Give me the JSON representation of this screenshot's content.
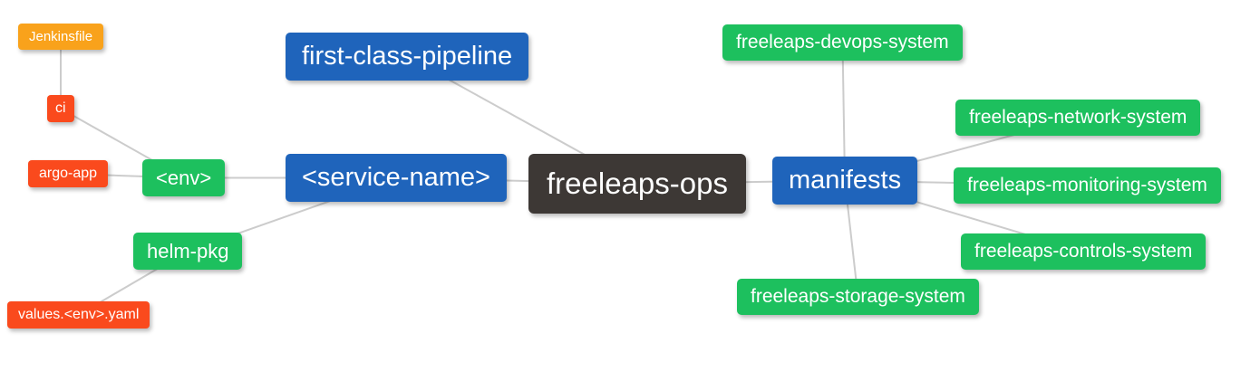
{
  "diagram": {
    "type": "mindmap",
    "root_id": "freeleaps_ops"
  },
  "colors": {
    "background": "#ffffff",
    "text": "#ffffff",
    "edge": "#cccccc",
    "root": "#3d3835",
    "branch": "#1f64bb",
    "leaf_green": "#1dc05e",
    "leaf_red": "#fa4a1d",
    "leaf_amber": "#f9a21b"
  },
  "nodes": {
    "freeleaps_ops": {
      "label": "freeleaps-ops",
      "depth": 1
    },
    "first_class_pipeline": {
      "label": "first-class-pipeline",
      "depth": 2
    },
    "service_name": {
      "label": "<service-name>",
      "depth": 2
    },
    "manifests": {
      "label": "manifests",
      "depth": 2
    },
    "env": {
      "label": "<env>",
      "depth": 3
    },
    "helm_pkg": {
      "label": "helm-pkg",
      "depth": 3
    },
    "ci": {
      "label": "ci",
      "depth": 4
    },
    "argo_app": {
      "label": "argo-app",
      "depth": 4
    },
    "jenkinsfile": {
      "label": "Jenkinsfile",
      "depth": 5
    },
    "values_env_yaml": {
      "label": "values.<env>.yaml",
      "depth": 4
    },
    "devops_system": {
      "label": "freeleaps-devops-system",
      "depth": 3
    },
    "network_system": {
      "label": "freeleaps-network-system",
      "depth": 3
    },
    "monitoring_system": {
      "label": "freeleaps-monitoring-system",
      "depth": 3
    },
    "controls_system": {
      "label": "freeleaps-controls-system",
      "depth": 3
    },
    "storage_system": {
      "label": "freeleaps-storage-system",
      "depth": 3
    }
  },
  "edges": [
    {
      "from": "jenkinsfile",
      "to": "ci"
    },
    {
      "from": "ci",
      "to": "env"
    },
    {
      "from": "argo_app",
      "to": "env"
    },
    {
      "from": "env",
      "to": "service_name"
    },
    {
      "from": "helm_pkg",
      "to": "service_name"
    },
    {
      "from": "values_env_yaml",
      "to": "helm_pkg"
    },
    {
      "from": "first_class_pipeline",
      "to": "freeleaps_ops"
    },
    {
      "from": "service_name",
      "to": "freeleaps_ops"
    },
    {
      "from": "freeleaps_ops",
      "to": "manifests"
    },
    {
      "from": "manifests",
      "to": "devops_system"
    },
    {
      "from": "manifests",
      "to": "network_system"
    },
    {
      "from": "manifests",
      "to": "monitoring_system"
    },
    {
      "from": "manifests",
      "to": "controls_system"
    },
    {
      "from": "manifests",
      "to": "storage_system"
    }
  ]
}
